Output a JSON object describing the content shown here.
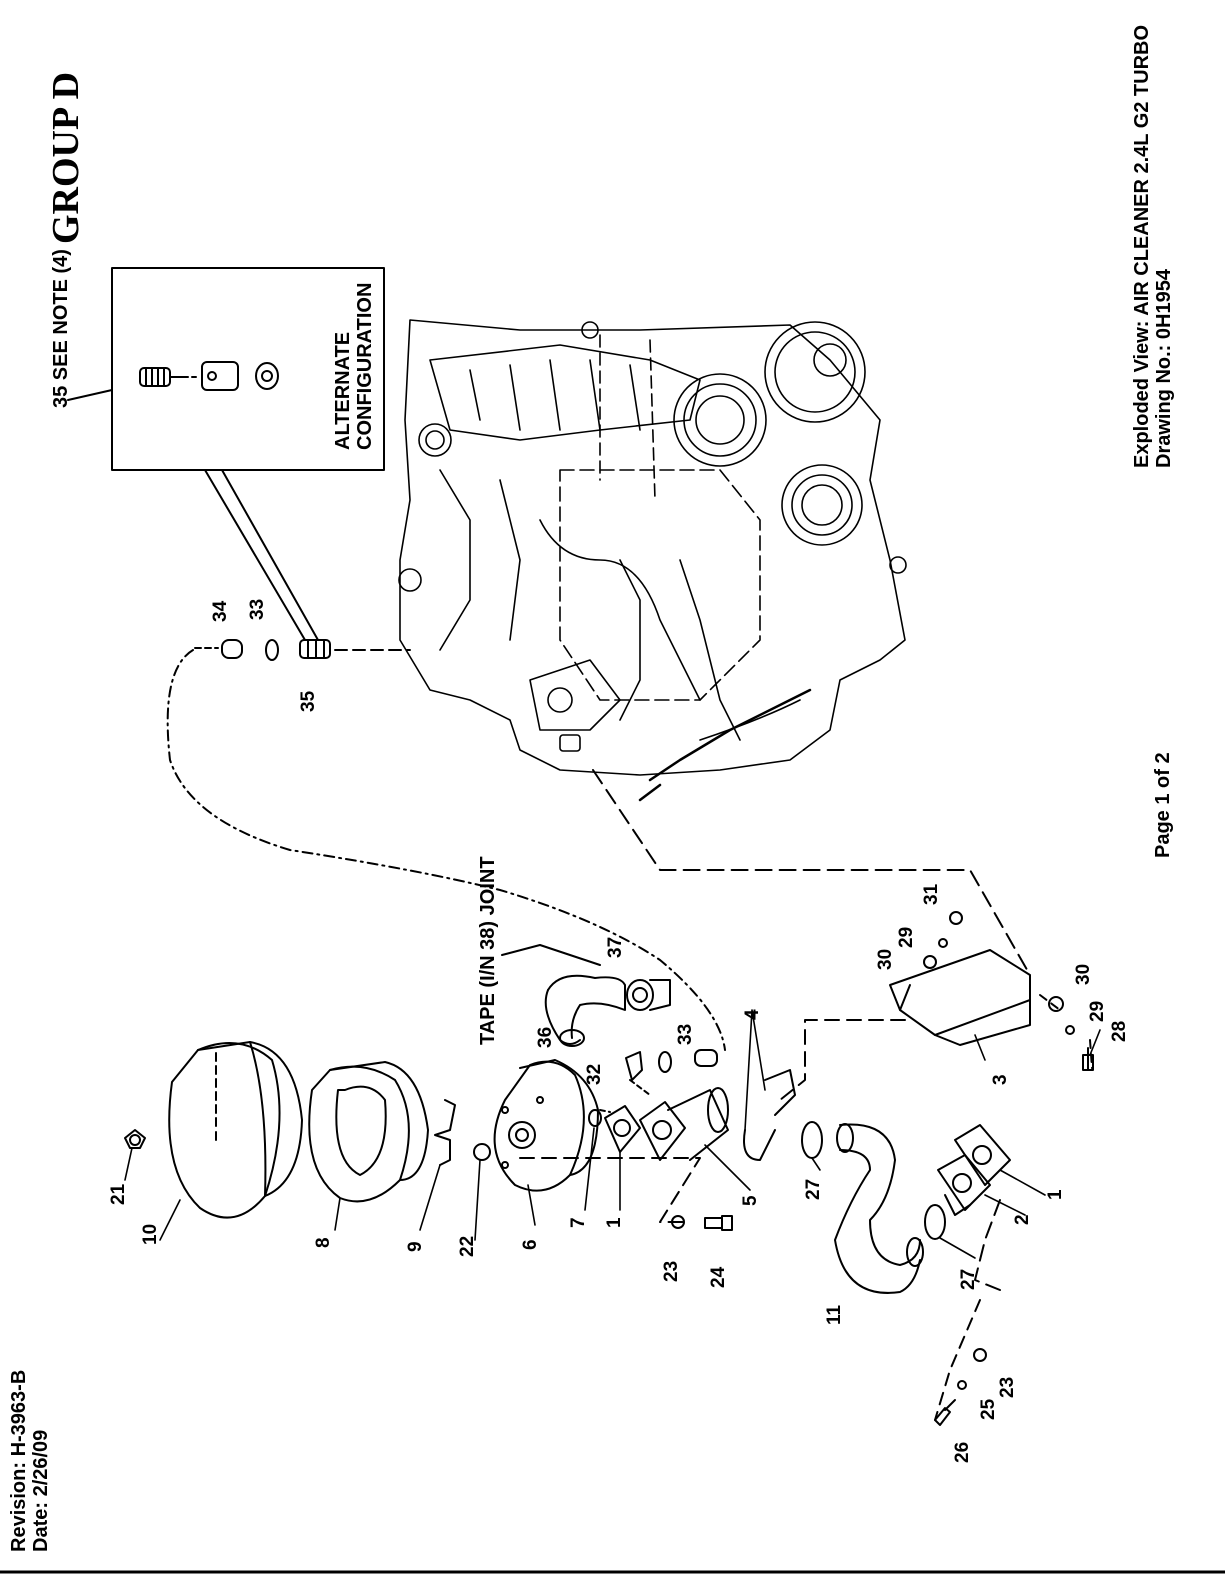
{
  "group_title": "GROUP D",
  "callout_note": "35 SEE NOTE (4)",
  "alternate_label": [
    "ALTERNATE",
    "CONFIGURATION"
  ],
  "tape_note": "TAPE (I/N 38) JOINT",
  "exploded_view_line": "Exploded View:  AIR CLEANER 2.4L G2 TURBO",
  "drawing_no_line": "Drawing No.: 0H1954",
  "page_label": "Page 1 of 2",
  "revision_line": "Revision: H-3963-B",
  "date_line": "Date: 2/26/09",
  "part_numbers": [
    "21",
    "10",
    "8",
    "9",
    "22",
    "6",
    "7",
    "1",
    "5",
    "23",
    "24",
    "11",
    "27",
    "2",
    "1",
    "27",
    "3",
    "28",
    "29",
    "30",
    "31",
    "29",
    "30",
    "4",
    "32",
    "33",
    "36",
    "37",
    "34",
    "33",
    "35",
    "26",
    "25",
    "23"
  ]
}
